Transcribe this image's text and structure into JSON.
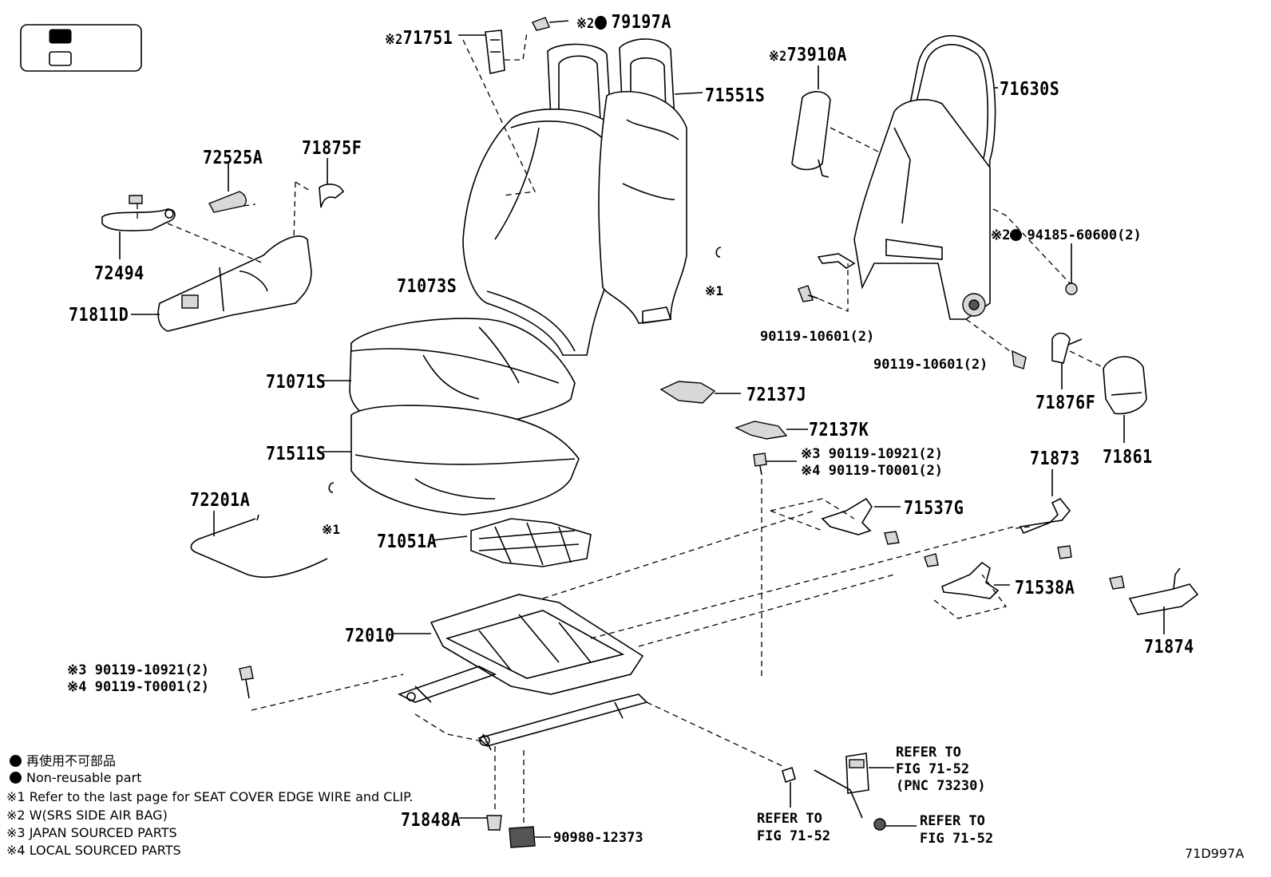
{
  "diagram_code": "71D997A",
  "key_box": {},
  "parts": [
    {
      "id": "p71751",
      "prefix": "※2",
      "text": "71751"
    },
    {
      "id": "p79197A",
      "prefix": "※2",
      "dot": true,
      "text": "79197A"
    },
    {
      "id": "p71551S",
      "text": "71551S"
    },
    {
      "id": "p73910A",
      "prefix": "※2",
      "text": "73910A"
    },
    {
      "id": "p71630S",
      "text": "71630S"
    },
    {
      "id": "p72525A",
      "text": "72525A"
    },
    {
      "id": "p71875F",
      "text": "71875F"
    },
    {
      "id": "p72494",
      "text": "72494"
    },
    {
      "id": "p71811D",
      "text": "71811D"
    },
    {
      "id": "p71073S",
      "text": "71073S"
    },
    {
      "id": "p94185",
      "prefix": "※2",
      "dot": true,
      "text": "94185-60600(2)"
    },
    {
      "id": "p90119a",
      "text": "90119-10601(2)"
    },
    {
      "id": "p90119b",
      "text": "90119-10601(2)"
    },
    {
      "id": "p71071S",
      "text": "71071S"
    },
    {
      "id": "p72137J",
      "text": "72137J"
    },
    {
      "id": "p71876F",
      "text": "71876F"
    },
    {
      "id": "p71861",
      "text": "71861"
    },
    {
      "id": "p72137K",
      "text": "72137K"
    },
    {
      "id": "p71511S",
      "text": "71511S"
    },
    {
      "id": "p90119c1",
      "prefix": "※3",
      "text": "90119-10921(2)"
    },
    {
      "id": "p90119c2",
      "prefix": "※4",
      "text": "90119-T0001(2)"
    },
    {
      "id": "p71873",
      "text": "71873"
    },
    {
      "id": "p72201A",
      "text": "72201A"
    },
    {
      "id": "p71537G",
      "text": "71537G"
    },
    {
      "id": "p71051A",
      "text": "71051A"
    },
    {
      "id": "p71538A",
      "text": "71538A"
    },
    {
      "id": "p72010",
      "text": "72010"
    },
    {
      "id": "p71874",
      "text": "71874"
    },
    {
      "id": "p90119d1",
      "prefix": "※3",
      "text": "90119-10921(2)"
    },
    {
      "id": "p90119d2",
      "prefix": "※4",
      "text": "90119-T0001(2)"
    },
    {
      "id": "p71848A",
      "text": "71848A"
    },
    {
      "id": "p90980",
      "text": "90980-12373"
    }
  ],
  "callouts": {
    "c_mark": "C",
    "x1": "※1"
  },
  "refer_blocks": [
    {
      "id": "r1",
      "lines": [
        "REFER TO",
        "FIG 71-52",
        "(PNC 73230)"
      ]
    },
    {
      "id": "r2",
      "lines": [
        "REFER TO",
        "FIG 71-52"
      ]
    },
    {
      "id": "r3",
      "lines": [
        "REFER TO",
        "FIG 71-52"
      ]
    }
  ],
  "legend": [
    {
      "dot": true,
      "text": "再使用不可部品"
    },
    {
      "dot": true,
      "text": "Non-reusable part"
    },
    {
      "mark": "※1",
      "text": "Refer to the last page for SEAT COVER EDGE WIRE and CLIP."
    },
    {
      "mark": "※2",
      "text": "W(SRS SIDE AIR BAG)"
    },
    {
      "mark": "※3",
      "text": "JAPAN SOURCED PARTS"
    },
    {
      "mark": "※4",
      "text": "LOCAL SOURCED PARTS"
    }
  ]
}
